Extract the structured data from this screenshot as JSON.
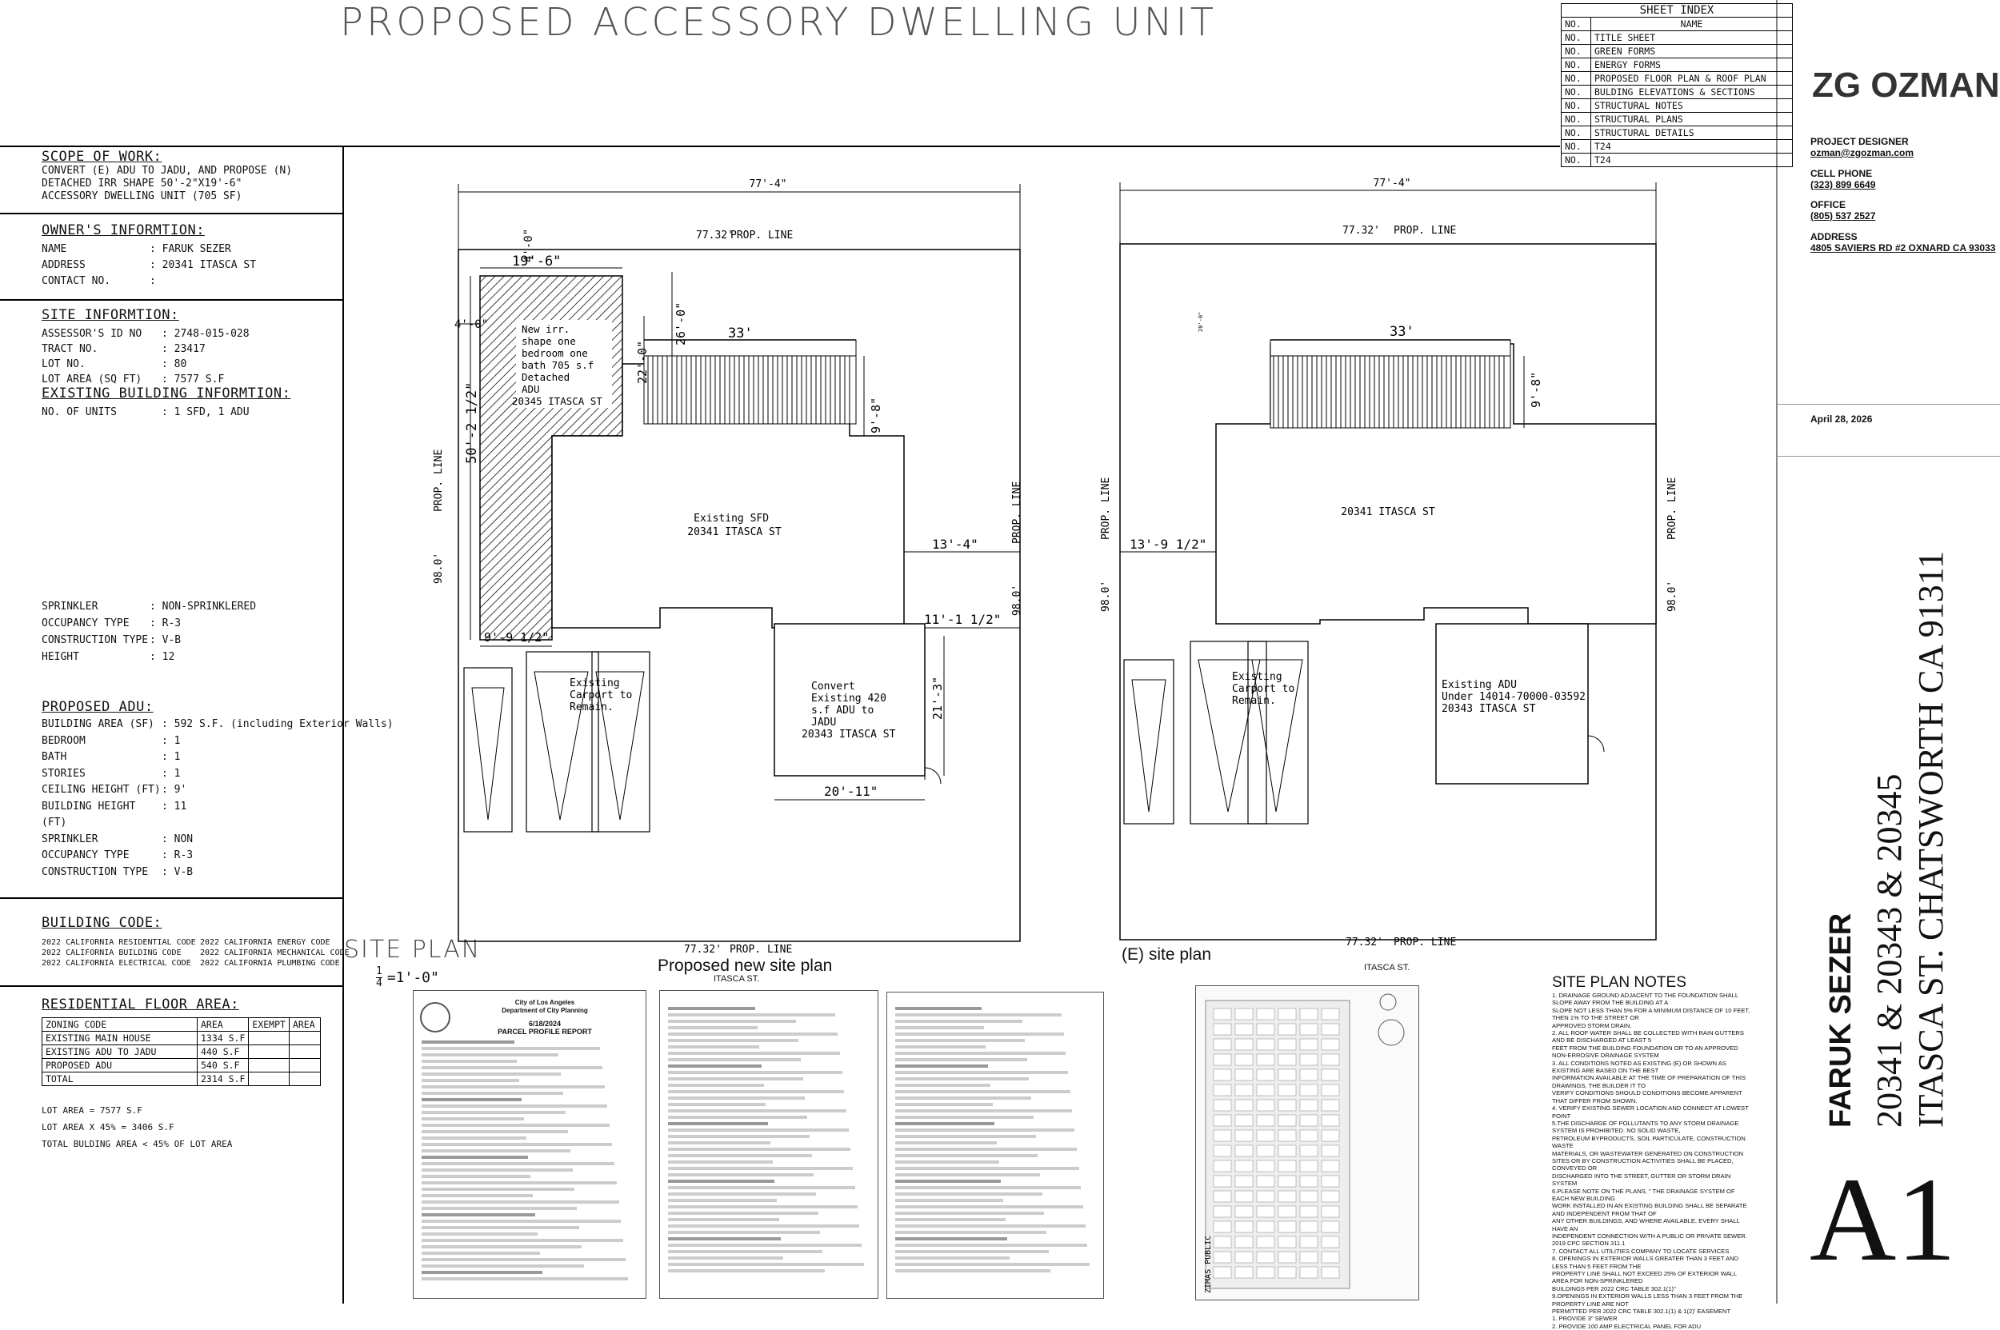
{
  "title": "PROPOSED ACCESSORY DWELLING UNIT",
  "sheet_index": {
    "heading": "SHEET INDEX",
    "col_no": "NO.",
    "col_name": "NAME",
    "rows": [
      {
        "no": "NO.",
        "name": "TITLE SHEET"
      },
      {
        "no": "NO.",
        "name": "GREEN FORMS"
      },
      {
        "no": "NO.",
        "name": "ENERGY FORMS"
      },
      {
        "no": "NO.",
        "name": "PROPOSED FLOOR PLAN & ROOF PLAN"
      },
      {
        "no": "NO.",
        "name": "BULDING ELEVATIONS & SECTIONS"
      },
      {
        "no": "NO.",
        "name": "STRUCTURAL NOTES"
      },
      {
        "no": "NO.",
        "name": "STRUCTURAL PLANS"
      },
      {
        "no": "NO.",
        "name": "STRUCTURAL DETAILS"
      },
      {
        "no": "NO.",
        "name": "T24"
      },
      {
        "no": "NO.",
        "name": "T24"
      }
    ]
  },
  "company": {
    "name": "ZG OZMAN",
    "designer_label": "PROJECT DESIGNER",
    "designer_email": "ozman@zgozman.com",
    "cell_label": "CELL PHONE",
    "cell": "(323) 899 6649",
    "office_label": "OFFICE",
    "office": "(805) 537 2527",
    "address_label": "ADDRESS",
    "address": "4805 SAVIERS RD #2 OXNARD CA 93033",
    "date": "April 28, 2026"
  },
  "titleblock": {
    "owner": "FARUK SEZER",
    "addresses": "20341 & 20343 & 20345",
    "street": "ITASCA ST. CHATSWORTH CA 91311",
    "sheet": "A1"
  },
  "scope": {
    "heading": "SCOPE OF WORK:",
    "lines": [
      "CONVERT (E) ADU TO JADU, AND PROPOSE (N)",
      "DETACHED IRR SHAPE 50'-2\"X19'-6\"",
      "ACCESSORY DWELLING UNIT (705 SF)"
    ]
  },
  "owner_info": {
    "heading": "OWNER'S INFORMTION:",
    "rows": [
      {
        "k": "NAME",
        "v": ":  FARUK SEZER"
      },
      {
        "k": "ADDRESS",
        "v": ":  20341 ITASCA ST"
      },
      {
        "k": "CONTACT NO.",
        "v": ":"
      }
    ]
  },
  "site_info": {
    "heading": "SITE INFORMTION:",
    "rows": [
      {
        "k": "ASSESSOR'S ID NO",
        "v": ":  2748-015-028"
      },
      {
        "k": "TRACT NO.",
        "v": ":   23417"
      },
      {
        "k": "LOT NO.",
        "v": ":   80"
      },
      {
        "k": "LOT AREA (SQ FT)",
        "v": ": 7577 S.F"
      }
    ],
    "existing_heading": "EXISTING BUILDING   INFORMTION:",
    "existing_rows": [
      {
        "k": "NO. OF UNITS",
        "v": ":  1 SFD, 1 ADU"
      }
    ],
    "rows2": [
      {
        "k": "SPRINKLER",
        "v": ":  NON-SPRINKLERED"
      },
      {
        "k": "OCCUPANCY TYPE",
        "v": ":  R-3"
      },
      {
        "k": "CONSTRUCTION TYPE",
        "v": ":  V-B"
      },
      {
        "k": "HEIGHT",
        "v": ":  12"
      }
    ]
  },
  "proposed_adu": {
    "heading": "PROPOSED ADU:",
    "rows": [
      {
        "k": "BUILDING AREA (SF)",
        "v": ":  592 S.F. (including Exterior Walls)"
      },
      {
        "k": "BEDROOM",
        "v": ":  1"
      },
      {
        "k": "BATH",
        "v": ":  1"
      },
      {
        "k": "STORIES",
        "v": ":  1"
      },
      {
        "k": "CEILING HEIGHT (FT)",
        "v": ":  9'"
      },
      {
        "k": "BUILDING HEIGHT (FT)",
        "v": ":  11"
      },
      {
        "k": "SPRINKLER",
        "v": ":  NON"
      },
      {
        "k": "OCCUPANCY TYPE",
        "v": ":  R-3"
      },
      {
        "k": "CONSTRUCTION TYPE",
        "v": ":  V-B"
      }
    ]
  },
  "building_code": {
    "heading": "BUILDING CODE:",
    "left": [
      "2022 CALIFORNIA RESIDENTIAL CODE",
      "2022 CALIFORNIA BUILDING CODE",
      "2022 CALIFORNIA ELECTRICAL CODE"
    ],
    "right": [
      "2022 CALIFORNIA ENERGY CODE",
      "2022 CALIFORNIA MECHANICAL CODE",
      "2022 CALIFORNIA PLUMBING CODE"
    ]
  },
  "floor_area": {
    "heading": "RESIDENTIAL FLOOR AREA:",
    "headers": [
      "ZONING CODE",
      "AREA",
      "EXEMPT",
      "AREA"
    ],
    "rows": [
      [
        "EXISTING MAIN HOUSE",
        "1334 S.F",
        "",
        ""
      ],
      [
        "EXISTING ADU TO JADU",
        "440 S.F",
        "",
        ""
      ],
      [
        "PROPOSED ADU",
        "540 S.F",
        "",
        ""
      ],
      [
        "TOTAL",
        "2314 S.F",
        "",
        ""
      ]
    ],
    "lot_area": "LOT AREA     =     7577 S.F",
    "lot_45": "LOT AREA X 45%   =    3406 S.F",
    "total": "TOTAL BULDING AREA <     45% OF LOT AREA"
  },
  "site_plan": {
    "label": "SITE PLAN",
    "scale_num": "1",
    "scale_den": "4",
    "scale_rest": "=1'-0\"",
    "proposed_caption": "Proposed new site plan",
    "existing_caption": "(E) site plan",
    "street": "ITASCA ST.",
    "dims": {
      "overall_w": "77'-4\"",
      "prop_w": "77.32'",
      "prop_line": "PROP. LINE",
      "depth": "98.0'",
      "adu_w": "19'-6\"",
      "adu_top": "4'-0\"",
      "adu_left": "4'-0\"",
      "adu_len": "50'-2 1/2\"",
      "d33": "33'",
      "d22": "22'-0\"",
      "d26": "26'-0\"",
      "d98": "9'-8\"",
      "d134": "13'-4\"",
      "d111": "11'-1 1/2\"",
      "d99": "9'-9 1/2\"",
      "d213": "21'-3\"",
      "d2011": "20'-11\"",
      "d139": "13'-9 1/2\"",
      "d20e": "20'-0\""
    },
    "labels": {
      "new_adu": [
        "New irr.",
        "shape one",
        "bedroom one",
        "bath 705 s.f",
        "Detached",
        "ADU",
        "20345 ITASCA ST"
      ],
      "existing_sfd": [
        "Existing SFD",
        "20341 ITASCA ST"
      ],
      "carport": [
        "Existing",
        "Carport to",
        "Remain."
      ],
      "convert": [
        "Convert",
        "Existing 420",
        "s.f ADU to",
        "JADU",
        "20343 ITASCA ST"
      ],
      "e_sfd": "20341 ITASCA ST",
      "e_adu": [
        "Existing ADU",
        "Under 14014-70000-03592",
        "20343 ITASCA ST"
      ]
    }
  },
  "parcel_report": {
    "city": "City of Los Angeles",
    "dept": "Department of City Planning",
    "date": "6/18/2024",
    "heading": "PARCEL PROFILE REPORT"
  },
  "notes": {
    "heading": "SITE PLAN NOTES",
    "items": [
      "1.    DRAINAGE GROUND ADJACENT TO THE FOUNDATION SHALL SLOPE AWAY FROM THE BUILDING AT A",
      "SLOPE NOT LESS THAN 5% FOR A MINIMUM DISTANCE OF 10 FEET, THEN 1% TO THE STREET OR",
      "APPROVED STORM DRAIN.",
      "2.    ALL ROOF WATER SHALL BE COLLECTED WITH RAIN GUTTERS AND BE DISCHARGED AT LEAST 5",
      "FEET FROM THE BUILDING FOUNDATION OR TO AN APPROVED NON-ERROSIVE DRAINAGE SYSTEM",
      "3.    ALL CONDITIONS NOTED AS EXISTING (E) OR SHOWN AS EXISTING ARE BASED ON THE BEST",
      "INFORMATION AVAILABLE AT THE TIME OF PREPARATION OF THIS DRAWINGS, THE BUILDER IT TO",
      "VERIFY CONDITIONS SHOULD CONDITIONS BECOME APPARENT THAT DIFFER FROM SHOWN.",
      "4.    VERIFY EXISTING SEWER LOCATION AND CONNECT AT LOWEST POINT",
      "5.THE DISCHARGE OF POLLUTANTS TO ANY STORM DRAINAGE SYSTEM IS PROHIBITED. NO SOLID WASTE,",
      "PETROLEUM BYPRODUCTS, SOIL PARTICULATE, CONSTRUCTION WASTE",
      "MATERIALS, OR WASTEWATER GENERATED ON CONSTRUCTION SITES OR BY CONSTRUCTION ACTIVITIES SHALL BE PLACED, CONVEYED OR",
      "DISCHARGED INTO THE STREET, GUTTER OR STORM DRAIN SYSTEM",
      "6.PLEASE NOTE ON THE PLANS, \" THE DRAINAGE SYSTEM OF EACH NEW BUILDING",
      "WORK INSTALLED IN AN EXISTING BUILDING SHALL BE SEPARATE AND INDEPENDENT FROM THAT OF",
      "ANY OTHER BUILDINGS, AND WHERE AVAILABLE, EVERY SHALL HAVE AN",
      "INDEPENDENT CONNECTION WITH A PUBLIC OR PRIVATE SEWER. 2019 CPC SECTION 311.1",
      "7.    CONTACT ALL UTILITIES COMPANY TO LOCATE SERVICES",
      "8.    OPENINGS IN EXTERIOR WALLS GREATER THAN 3 FEET AND LESS THAN 5 FEET FROM THE",
      "PROPERTY LINE SHALL NOT EXCEED 25% OF EXTERIOR WALL AREA FOR NON-SPRINKLERED",
      "BUILDINGS PER 2022 CRC TABLE 302.1(1)\"",
      "9.OPENINGS IN EXTERIOR WALLS LESS THAN 3 FEET FROM THE PROPERTY LINE ARE NOT",
      "PERMITTED PER 2022 CRC TABLE 302.1(1) & 1(2)' EASEMENT",
      "1.    PROVIDE 3\" SEWER",
      "2.    PROVIDE 100 AMP ELECTRICAL PANEL FOR ADU"
    ]
  },
  "zimas_label": "ZIMAS PUBLIC"
}
